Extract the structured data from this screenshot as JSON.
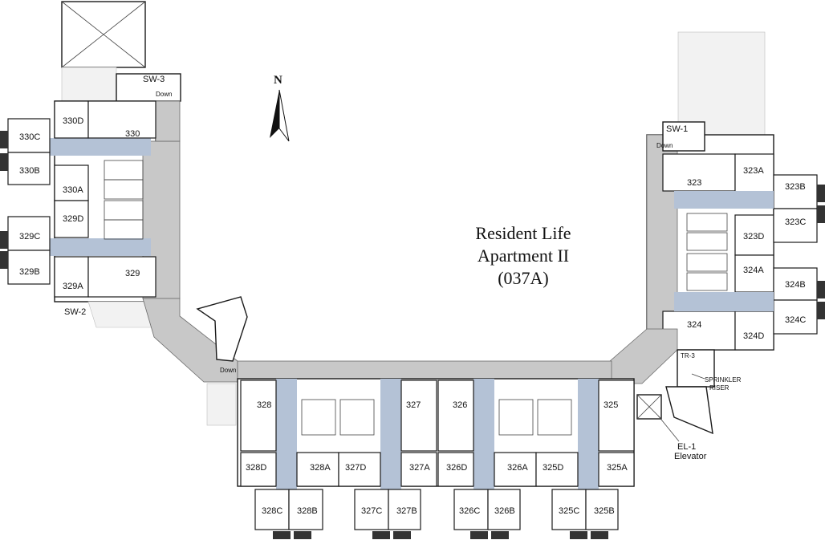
{
  "title_lines": [
    "Resident Life",
    "Apartment II",
    "(037A)"
  ],
  "north_label": "N",
  "rooms": {
    "r330": "330",
    "r330A": "330A",
    "r330B": "330B",
    "r330C": "330C",
    "r330D": "330D",
    "r329": "329",
    "r329A": "329A",
    "r329B": "329B",
    "r329C": "329C",
    "r329D": "329D",
    "r323": "323",
    "r323A": "323A",
    "r323B": "323B",
    "r323C": "323C",
    "r323D": "323D",
    "r324": "324",
    "r324A": "324A",
    "r324B": "324B",
    "r324C": "324C",
    "r324D": "324D",
    "r328": "328",
    "r328A": "328A",
    "r328B": "328B",
    "r328C": "328C",
    "r328D": "328D",
    "r327": "327",
    "r327A": "327A",
    "r327B": "327B",
    "r327C": "327C",
    "r327D": "327D",
    "r326": "326",
    "r326A": "326A",
    "r326B": "326B",
    "r326C": "326C",
    "r326D": "326D",
    "r325": "325",
    "r325A": "325A",
    "r325B": "325B",
    "r325C": "325C",
    "r325D": "325D"
  },
  "stairs": {
    "sw1": "SW-1",
    "sw2": "SW-2",
    "sw3": "SW-3",
    "tr3": "TR-3"
  },
  "down_label": "Down",
  "sprinkler": [
    "SPRINKLER",
    "RISER"
  ],
  "elevator": [
    "EL-1",
    "Elevator"
  ],
  "colors": {
    "corridor": "#c8c8c8",
    "hall": "#b4c2d6",
    "wall": "#1a1a1a"
  }
}
